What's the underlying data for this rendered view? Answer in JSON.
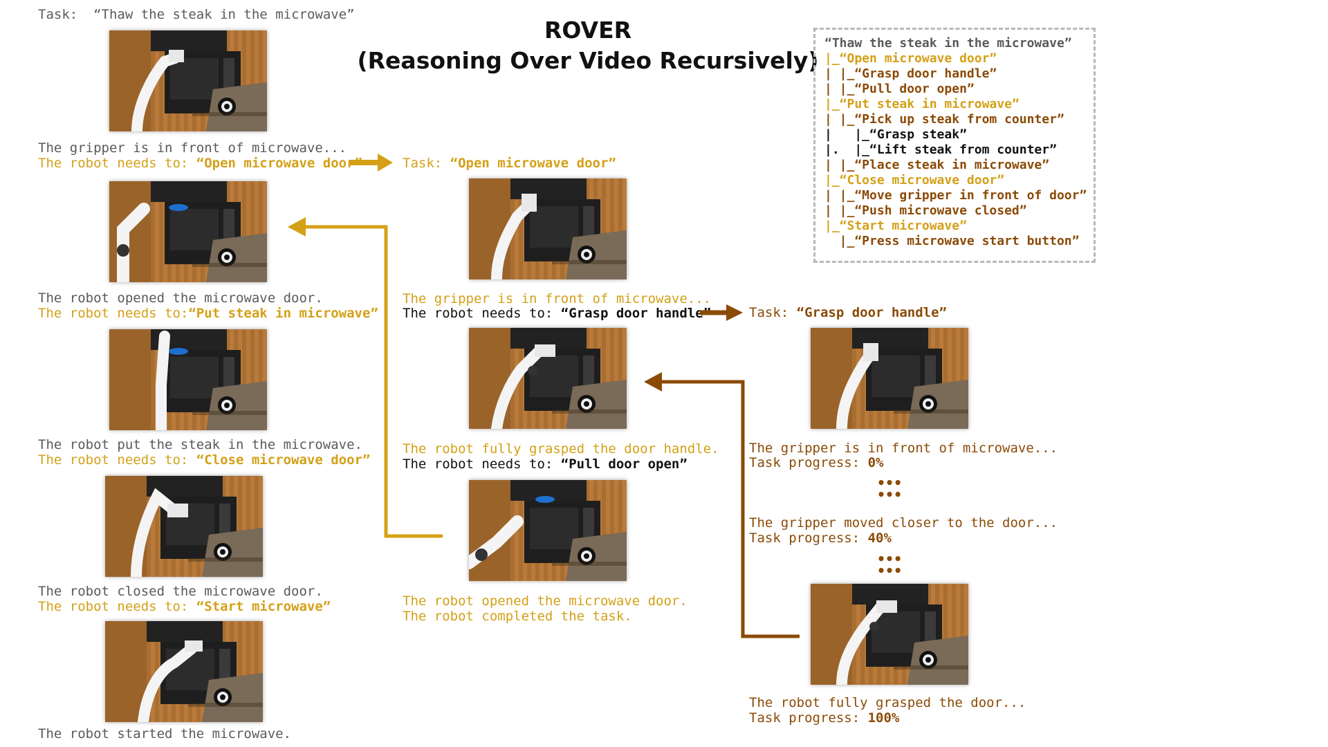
{
  "title": {
    "line1": "ROVER",
    "line2": "(Reasoning Over Video Recursively)"
  },
  "colors": {
    "level0": "#d4a017",
    "level1": "#8b4a06",
    "tree_border": "#b8b8b8",
    "gray_text": "#5a5a5a"
  },
  "col1": {
    "task_label": "Task:",
    "task_value": "“Thaw the steak in the microwave”",
    "steps": [
      {
        "observation": "The gripper is in front of microwave...",
        "need_label": "The robot needs to: ",
        "need_value": "“Open microwave door”"
      },
      {
        "observation": "The robot opened the microwave door.",
        "need_label": "The robot needs to:",
        "need_value": "“Put steak in microwave”"
      },
      {
        "observation": "The robot put the steak in the microwave.",
        "need_label": "The robot needs to: ",
        "need_value": "“Close microwave door”"
      },
      {
        "observation": "The robot closed the microwave door.",
        "need_label": "The robot needs to: ",
        "need_value": "“Start microwave”"
      }
    ],
    "final": "The robot started the microwave."
  },
  "col2": {
    "task_label": "Task: ",
    "task_value": "“Open microwave door”",
    "step1": {
      "observation": "The gripper is in front of microwave...",
      "need_label": "The robot needs to: ",
      "need_value": "“Grasp door handle”"
    },
    "step2": {
      "observation": "The robot fully grasped the door handle.",
      "need_label": "The robot needs to: ",
      "need_value": "“Pull door open”"
    },
    "final1": "The robot opened the microwave door.",
    "final2": "The robot completed the task."
  },
  "col3": {
    "task_label": "Task: ",
    "task_value": "“Grasp door handle”",
    "progress_label": "Task progress: ",
    "entries": [
      {
        "observation": "The gripper is in front of microwave...",
        "progress": "0%"
      },
      {
        "observation": "The gripper moved closer to the door...",
        "progress": "40%"
      },
      {
        "observation": "The robot fully grasped the door...",
        "progress": "100%"
      }
    ],
    "ellipsis": "•••"
  },
  "tree": [
    {
      "text": "“Thaw the steak in the microwave”",
      "color": "gray"
    },
    {
      "text": "|_“Open microwave door”",
      "color": "gold"
    },
    {
      "text": "| |_“Grasp door handle”",
      "color": "brown"
    },
    {
      "text": "| |_“Pull door open”",
      "color": "brown"
    },
    {
      "text": "|_“Put steak in microwave”",
      "color": "gold"
    },
    {
      "text": "| |_“Pick up steak from counter”",
      "color": "brown"
    },
    {
      "text": "|   |_“Grasp steak”",
      "color": "black"
    },
    {
      "text": "|.  |_“Lift steak from counter”",
      "color": "black"
    },
    {
      "text": "| |_“Place steak in microwave”",
      "color": "brown"
    },
    {
      "text": "|_“Close microwave door”",
      "color": "gold"
    },
    {
      "text": "| |_“Move gripper in front of door”",
      "color": "brown"
    },
    {
      "text": "| |_“Push microwave closed”",
      "color": "brown"
    },
    {
      "text": "|_“Start microwave”",
      "color": "gold"
    },
    {
      "text": "  |_“Press microwave start button”",
      "color": "brown"
    }
  ]
}
